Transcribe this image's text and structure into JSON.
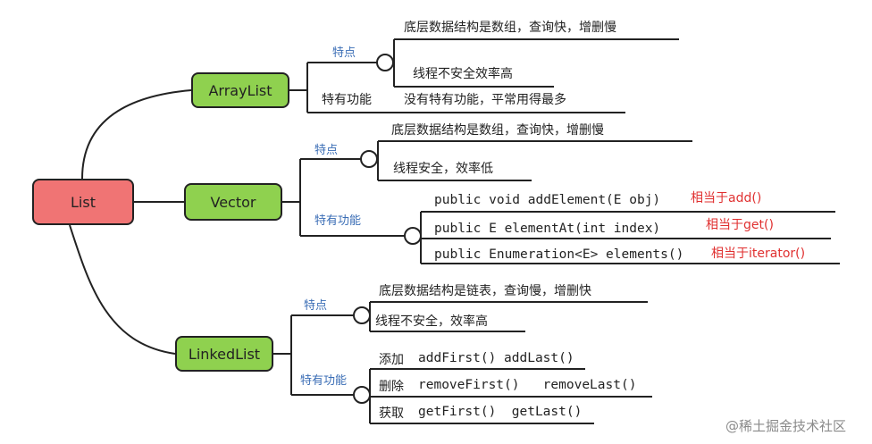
{
  "diagram": {
    "root": "List",
    "children": [
      {
        "label": "ArrayList",
        "groups": [
          {
            "label": "特点",
            "items": [
              "底层数据结构是数组，查询快，增删慢",
              "线程不安全效率高"
            ]
          },
          {
            "label": "特有功能",
            "items": [
              "没有特有功能，平常用得最多"
            ]
          }
        ]
      },
      {
        "label": "Vector",
        "groups": [
          {
            "label": "特点",
            "items": [
              "底层数据结构是数组，查询快，增删慢",
              "线程安全，效率低"
            ]
          },
          {
            "label": "特有功能",
            "items": [
              {
                "code": "public void addElement(E obj)",
                "note": "相当于add()"
              },
              {
                "code": "public E elementAt(int index)",
                "note": "相当于get()"
              },
              {
                "code": "public Enumeration<E> elements()",
                "note": "相当于iterator()"
              }
            ]
          }
        ]
      },
      {
        "label": "LinkedList",
        "groups": [
          {
            "label": "特点",
            "items": [
              "底层数据结构是链表，查询慢，增删快",
              "线程不安全，效率高"
            ]
          },
          {
            "label": "特有功能",
            "items": [
              {
                "prefix": "添加",
                "methods": "addFirst() addLast()"
              },
              {
                "prefix": "删除",
                "methods": "removeFirst()   removeLast()"
              },
              {
                "prefix": "获取",
                "methods": "getFirst()  getLast()"
              }
            ]
          }
        ]
      }
    ]
  },
  "watermark": "@稀土掘金技术社区",
  "colors": {
    "root": "#f07474",
    "child": "#8fd14f",
    "category": "#3a6db5",
    "note": "#e03030",
    "line": "#222222"
  }
}
